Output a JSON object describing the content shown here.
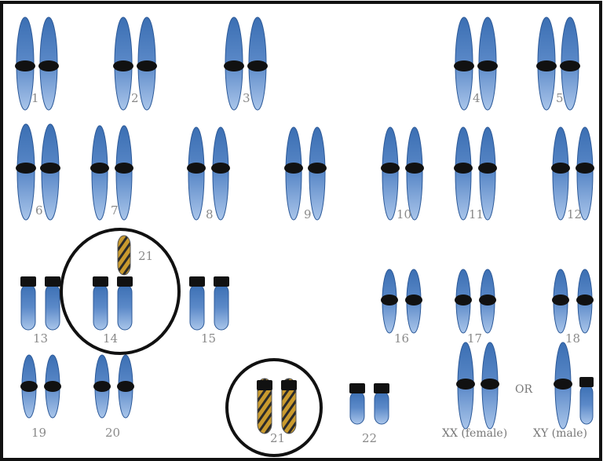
{
  "colors": {
    "chromatid_top": "#3b6fb3",
    "chromatid_mid": "#6f9bd6",
    "chromatid_bottom": "#a9c5ea",
    "centromere": "#111111",
    "translocated_stripe_a": "#c99a2e",
    "translocated_stripe_b": "#2a2a2a",
    "border": "#111111",
    "circle": "#111111"
  },
  "labels": {
    "c1": "1",
    "c2": "2",
    "c3": "3",
    "c4": "4",
    "c5": "5",
    "c6": "6",
    "c7": "7",
    "c8": "8",
    "c9": "9",
    "c10": "10",
    "c11": "11",
    "c12": "12",
    "c13": "13",
    "c14": "14",
    "c21_translocated": "21",
    "c15": "15",
    "c16": "16",
    "c17": "17",
    "c18": "18",
    "c19": "19",
    "c20": "20",
    "c21": "21",
    "c22": "22",
    "xx": "XX (female)",
    "or": "OR",
    "xy": "XY (male)"
  }
}
